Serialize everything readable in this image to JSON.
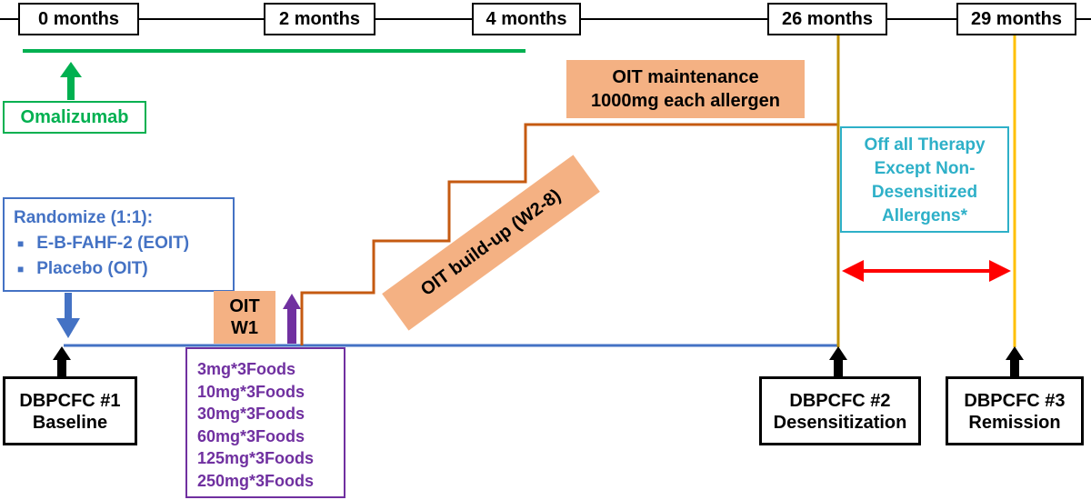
{
  "timeline": {
    "labels": [
      "0 months",
      "2 months",
      "4 months",
      "26 months",
      "29 months"
    ]
  },
  "omalizumab": {
    "label": "Omalizumab"
  },
  "randomize": {
    "title": "Randomize (1:1):",
    "items": [
      "E-B-FAHF-2 (EOIT)",
      "Placebo (OIT)"
    ]
  },
  "oit_w1": {
    "line1": "OIT",
    "line2": "W1"
  },
  "doses": [
    "3mg*3Foods",
    "10mg*3Foods",
    "30mg*3Foods",
    "60mg*3Foods",
    "125mg*3Foods",
    "250mg*3Foods"
  ],
  "buildup": {
    "label": "OIT build-up (W2-8)"
  },
  "maintenance": {
    "line1": "OIT maintenance",
    "line2": "1000mg each allergen"
  },
  "off_therapy": {
    "line1": "Off all Therapy",
    "line2": "Except Non-",
    "line3": "Desensitized",
    "line4": "Allergens*"
  },
  "dbpcfc": [
    {
      "line1": "DBPCFC #1",
      "line2": "Baseline"
    },
    {
      "line1": "DBPCFC #2",
      "line2": "Desensitization"
    },
    {
      "line1": "DBPCFC #3",
      "line2": "Remission"
    }
  ],
  "colors": {
    "green": "#00b050",
    "blue": "#4472c4",
    "purple": "#7030a0",
    "orange_fill": "#f4b183",
    "brown_line": "#c55a11",
    "gold_line": "#bf9000",
    "yellow_line": "#ffc000",
    "teal": "#2eb0c8",
    "red": "#ff0000"
  }
}
